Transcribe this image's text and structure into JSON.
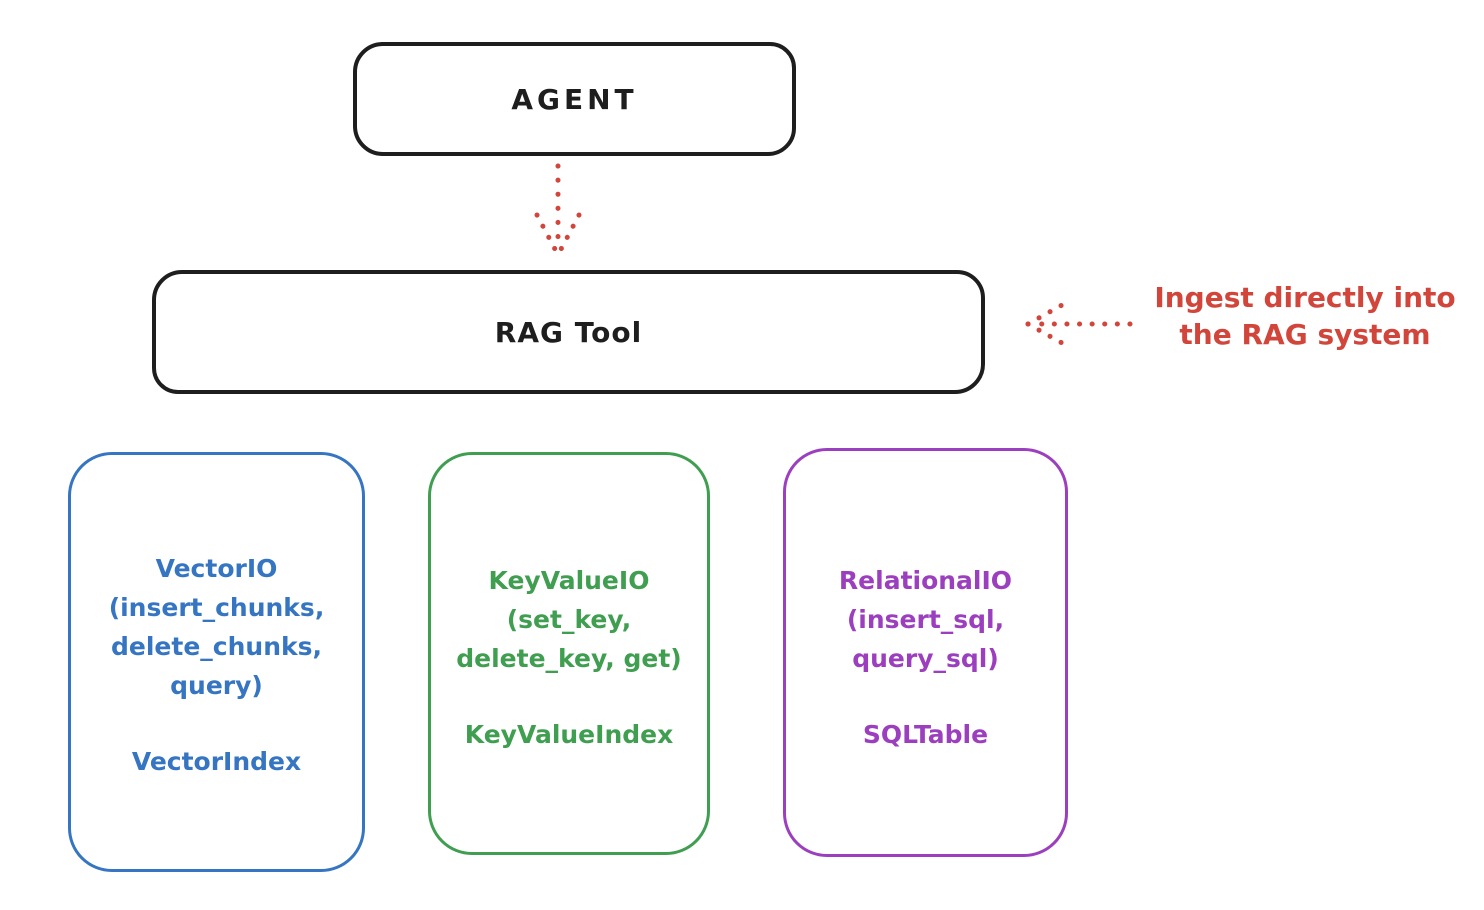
{
  "colors": {
    "ink": "#1e1e1e",
    "red": "#d2453b",
    "blue": "#3575c2",
    "green": "#3f9e50",
    "purple": "#9c3fbf",
    "background": "#ffffff"
  },
  "agent_box": {
    "label": "AGENT"
  },
  "rag_tool_box": {
    "label": "RAG Tool"
  },
  "ingest_annotation": {
    "line1": "Ingest directly into",
    "line2": "the RAG system"
  },
  "arrows": {
    "agent_to_rag": "dotted-down-arrow",
    "ingest_into_rag": "dotted-left-arrow"
  },
  "vector_store": {
    "title_lines": [
      "VectorIO",
      "(insert_chunks,",
      "delete_chunks,",
      "query)"
    ],
    "index_label": "VectorIndex"
  },
  "keyvalue_store": {
    "title_lines": [
      "KeyValueIO",
      "(set_key,",
      "delete_key, get)"
    ],
    "index_label": "KeyValueIndex"
  },
  "relational_store": {
    "title_lines": [
      "RelationalIO",
      "(insert_sql,",
      "query_sql)"
    ],
    "index_label": "SQLTable"
  }
}
